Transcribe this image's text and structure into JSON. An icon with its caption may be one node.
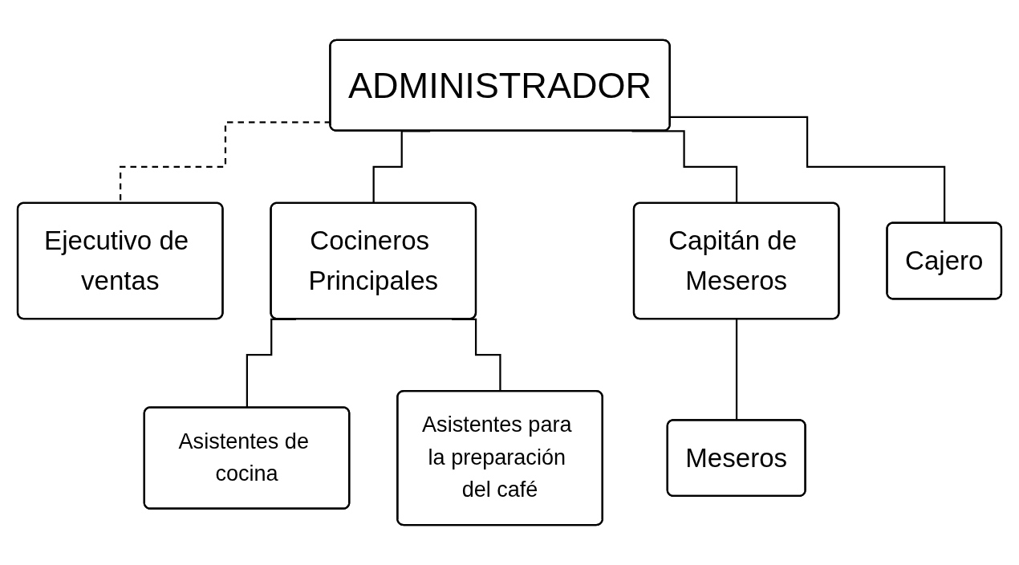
{
  "diagram": {
    "nodes": [
      {
        "text": [
          "ADMINISTRADOR"
        ]
      },
      {
        "text": [
          "Ejecutivo de ventas"
        ]
      },
      {
        "text": [
          "Cocineros Principales"
        ]
      },
      {
        "text": [
          "Capitán de Meseros"
        ]
      },
      {
        "text": [
          "Cajero"
        ]
      },
      {
        "text": [
          "Meseros"
        ]
      },
      {
        "text": [
          "Asistentes de cocina"
        ]
      },
      {
        "text": [
          "Asistentes para la preparación del café"
        ]
      }
    ],
    "edges": [
      {
        "from": 0,
        "to": 1,
        "arrow": "none",
        "style": "dashed"
      },
      {
        "from": 0,
        "to": 2,
        "arrow": "none"
      },
      {
        "from": 0,
        "to": 3,
        "arrow": "none"
      },
      {
        "from": 0,
        "to": 4,
        "arrow": "none"
      },
      {
        "from": 2,
        "to": 6,
        "arrow": "none"
      },
      {
        "from": 2,
        "to": 7,
        "arrow": "none"
      },
      {
        "from": 3,
        "to": 5,
        "arrow": "none"
      }
    ]
  }
}
